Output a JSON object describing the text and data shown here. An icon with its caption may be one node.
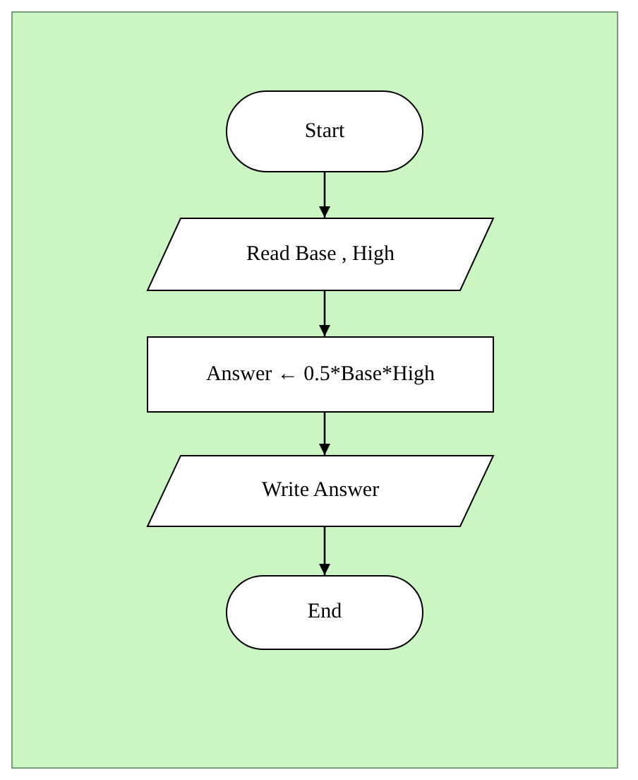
{
  "diagram": {
    "nodes": [
      {
        "text": [
          "Start"
        ]
      },
      {
        "text": [
          "Read Base , High"
        ]
      },
      {
        "text": [
          "Answer ← 0.5*Base*High"
        ]
      },
      {
        "text": [
          "Write Answer"
        ]
      },
      {
        "text": [
          "End"
        ]
      }
    ],
    "edges": [
      {
        "from": 0,
        "to": 1,
        "arrow": "to"
      },
      {
        "from": 1,
        "to": 2,
        "arrow": "to"
      },
      {
        "from": 2,
        "to": 3,
        "arrow": "to"
      },
      {
        "from": 3,
        "to": 4,
        "arrow": "to"
      }
    ]
  }
}
